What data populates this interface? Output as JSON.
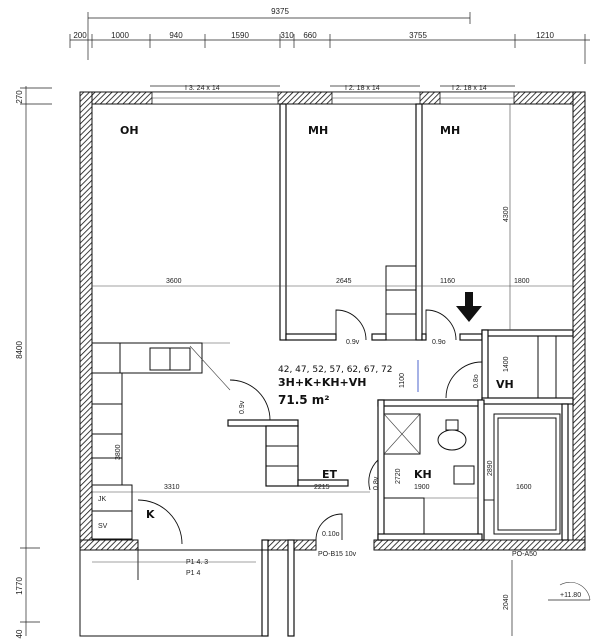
{
  "dimensions": {
    "overall_width": "9375",
    "top_segments": [
      "200",
      "1000",
      "940",
      "1590",
      "310",
      "660",
      "3755",
      "1210"
    ],
    "left_top": "270",
    "left_main": "8400",
    "left_bottom": "1770",
    "left_bottom_edge": "40",
    "right_bottom": "2040"
  },
  "windows": {
    "w1": "I 3. 24 x 14",
    "w2": "I 2. 18 x 14",
    "w3": "I 2. 18 x 14"
  },
  "rooms": {
    "oh": "OH",
    "mh1": "MH",
    "mh2": "MH",
    "vh": "VH",
    "et": "ET",
    "kh": "KH",
    "k": "K",
    "jk": "JK",
    "sv": "SV"
  },
  "interior_dims": {
    "oh_width": "3600",
    "mh1_width": "2645",
    "mh2_width": "1160",
    "mh2_right": "1800",
    "mh_depth": "4300",
    "kitchen_width": "3310",
    "kitchen_depth": "3800",
    "et_width": "2215",
    "kh_height": "2720",
    "kh_width": "1900",
    "kh_right": "2890",
    "sauna_width": "1600",
    "vh_height": "1400",
    "hall_height": "1100"
  },
  "doors": {
    "d1": "0.9v",
    "d2": "0.9o",
    "d3": "0.9v",
    "d4": "0.8o",
    "d5": "0.8v",
    "d6": "0.10o",
    "entrance": "PO-B15 10v",
    "sauna_door": "PO-A50",
    "balcony": "P1 4. 3",
    "balcony2": "P1 4"
  },
  "info": {
    "apartments": "42, 47, 52, 57, 62, 67, 72",
    "type": "3H+K+KH+VH",
    "area": "71.5 m²"
  },
  "level": "+11.80"
}
